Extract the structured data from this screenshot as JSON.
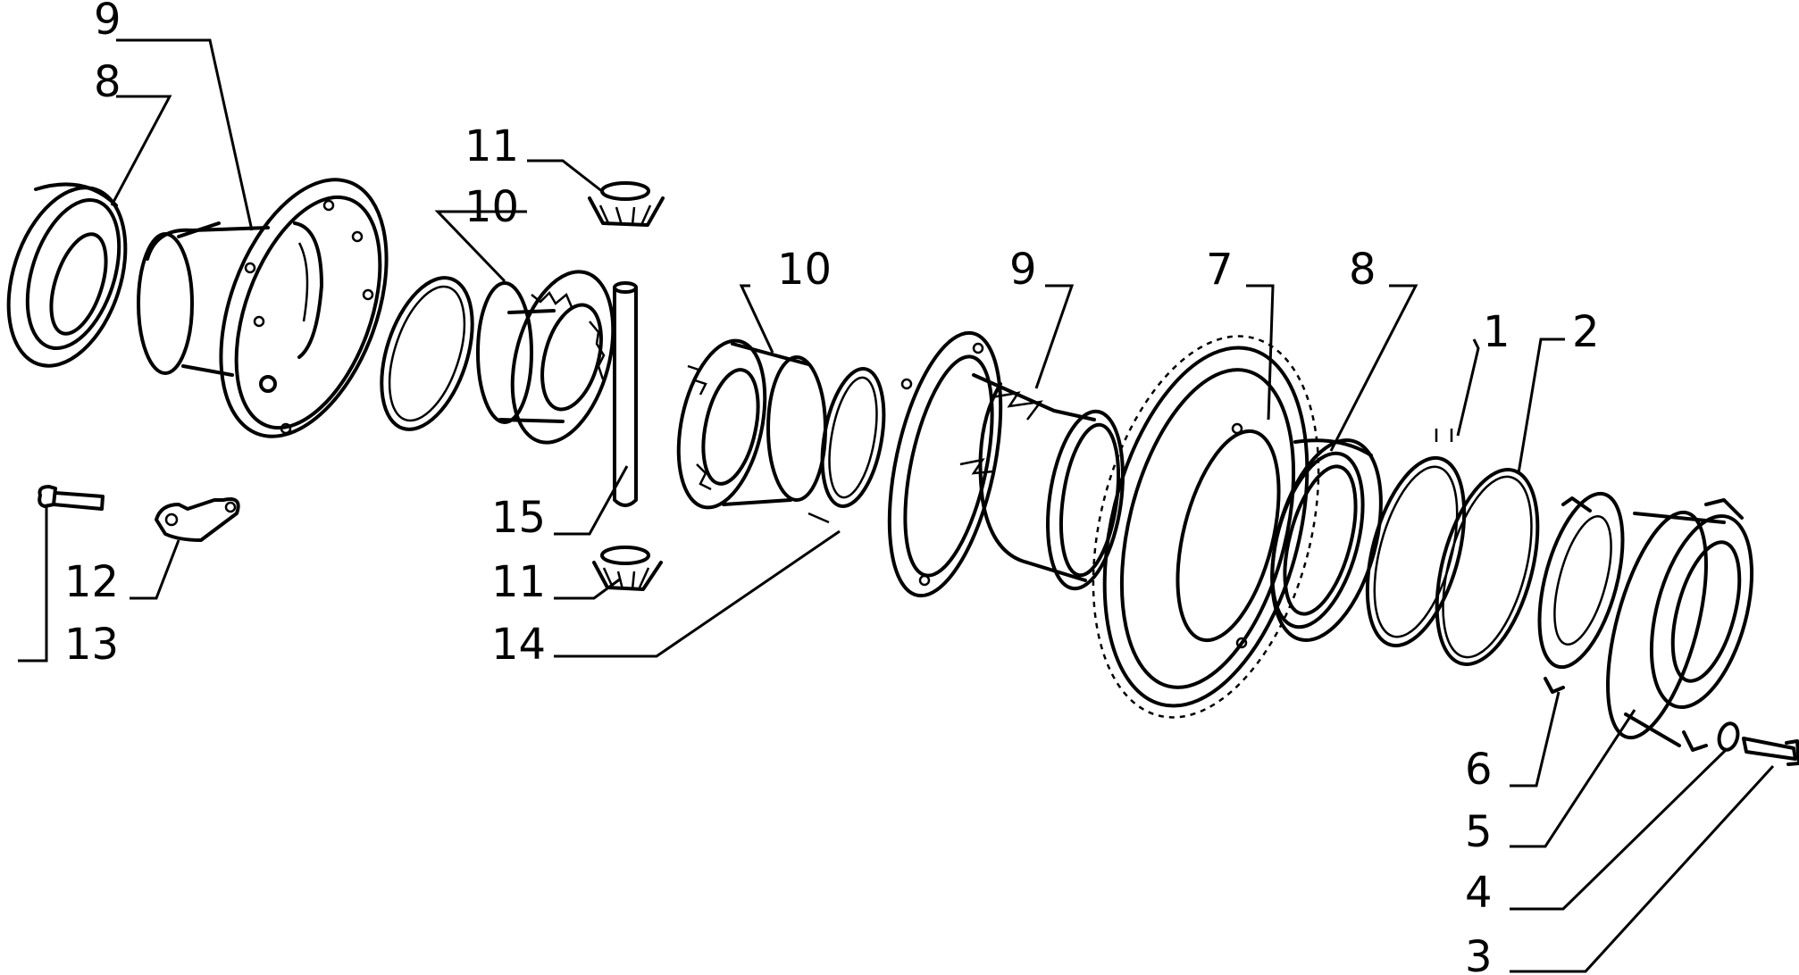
{
  "diagram": {
    "labels": [
      {
        "id": "9a",
        "text": "9"
      },
      {
        "id": "8a",
        "text": "8"
      },
      {
        "id": "11a",
        "text": "11"
      },
      {
        "id": "10a",
        "text": "10"
      },
      {
        "id": "10b",
        "text": "10"
      },
      {
        "id": "9b",
        "text": "9"
      },
      {
        "id": "7",
        "text": "7"
      },
      {
        "id": "8b",
        "text": "8"
      },
      {
        "id": "1",
        "text": "1"
      },
      {
        "id": "2",
        "text": "2"
      },
      {
        "id": "15",
        "text": "15"
      },
      {
        "id": "11b",
        "text": "11"
      },
      {
        "id": "14",
        "text": "14"
      },
      {
        "id": "12",
        "text": "12"
      },
      {
        "id": "13",
        "text": "13"
      },
      {
        "id": "6",
        "text": "6"
      },
      {
        "id": "5",
        "text": "5"
      },
      {
        "id": "4",
        "text": "4"
      },
      {
        "id": "3",
        "text": "3"
      }
    ]
  }
}
